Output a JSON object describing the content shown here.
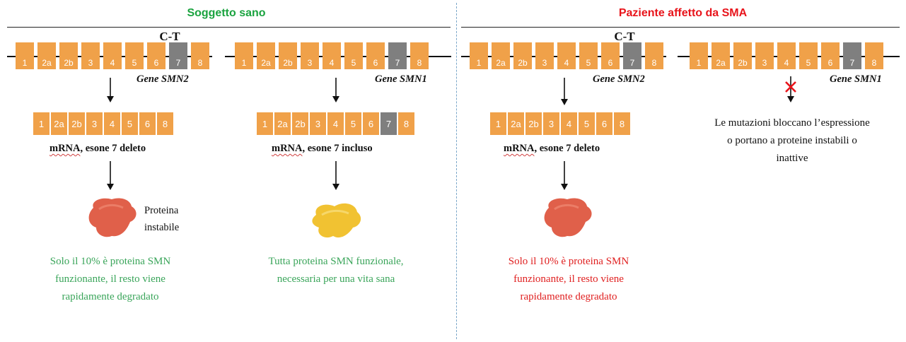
{
  "panels": {
    "left_title": "Soggetto sano",
    "right_title": "Paziente affetto da SMA",
    "left_title_color": "#1aa33f",
    "right_title_color": "#e8141b"
  },
  "mutation_label": "C-T",
  "exons": {
    "smn2": [
      "1",
      "2a",
      "2b",
      "3",
      "4",
      "5",
      "6",
      "7",
      "8"
    ],
    "smn1": [
      "1",
      "2a",
      "2b",
      "3",
      "4",
      "5",
      "6",
      "7",
      "8"
    ],
    "mrna_deleted": [
      "1",
      "2a",
      "2b",
      "3",
      "4",
      "5",
      "6",
      "8"
    ],
    "mrna_included": [
      "1",
      "2a",
      "2b",
      "3",
      "4",
      "5",
      "6",
      "7",
      "8"
    ]
  },
  "gene_labels": {
    "smn2": "Gene SMN2",
    "smn1": "Gene SMN1"
  },
  "mrna_labels": {
    "mrna_word": "mRNA",
    "deleted_rest": ", esone 7 deleto",
    "included_rest": ", esone 7 incluso"
  },
  "protein": {
    "unstable_label": "Proteina instabile",
    "unstable_color": "#e0604a",
    "stable_color": "#f1c232"
  },
  "captions": {
    "smn2_result": "Solo il 10% è proteina SMN funzionante, il resto viene rapidamente degradato",
    "smn1_result": "Tutta proteina SMN funzionale, necessaria per una vita sana",
    "sma_smn1": "Le mutazioni bloccano l’espressione o portano a proteine instabili o inattive"
  },
  "colors": {
    "exon": "#f0a149",
    "exon_mutant": "#7f7f7f",
    "green_text": "#3aa55a",
    "red_text": "#e02020"
  }
}
